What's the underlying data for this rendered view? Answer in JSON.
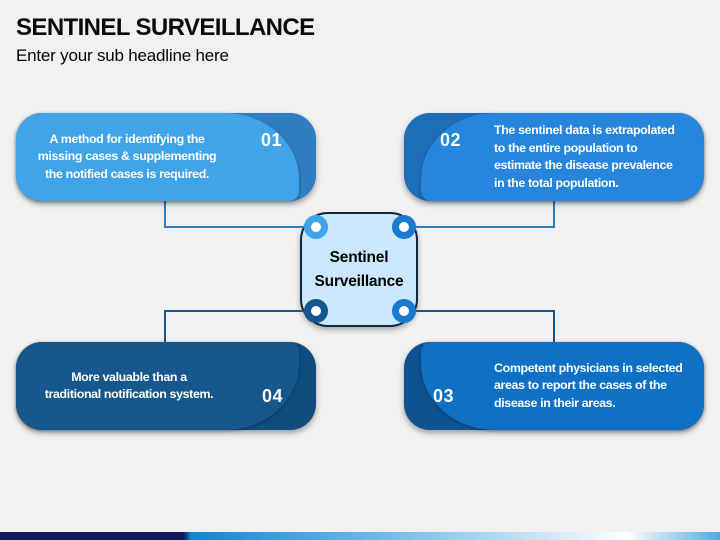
{
  "header": {
    "title": "SENTINEL SURVEILLANCE",
    "subtitle": "Enter your sub headline here"
  },
  "center": {
    "line1": "Sentinel",
    "line2": "Surveillance",
    "fill": "#C9E8FC",
    "border": "#0E2840"
  },
  "rings": {
    "top_left": "#41A4E9",
    "top_right": "#1B79CE",
    "bottom_left": "#16568E",
    "bottom_right": "#1B79CE"
  },
  "connectors": {
    "top_color": "#2E7BBE",
    "bottom_color": "#16568E"
  },
  "boxes": [
    {
      "number": "01",
      "body_color": "#41A4E9",
      "flap_color": "#2E7EC1",
      "lines": [
        "A method for identifying the",
        "missing cases & supplementing",
        "the notified cases is required."
      ]
    },
    {
      "number": "02",
      "body_color": "#2686DE",
      "flap_color": "#1D6DB9",
      "lines": [
        "The sentinel data is extrapolated",
        "to the entire population to",
        "estimate the disease prevalence",
        "in the total population."
      ]
    },
    {
      "number": "03",
      "body_color": "#0E71C5",
      "flap_color": "#0F5290",
      "lines": [
        "Competent physicians in selected",
        "areas to report the cases of the",
        "disease in their areas."
      ]
    },
    {
      "number": "04",
      "body_color": "#16578D",
      "flap_color": "#114C7E",
      "lines": [
        "More valuable than a",
        "traditional notification system."
      ]
    }
  ],
  "footer": {
    "stripe_stops": [
      [
        "#0D1C5E",
        "0%"
      ],
      [
        "#0D1C5E",
        "25.5%"
      ],
      [
        "#0F86D2",
        "26.5%"
      ],
      [
        "#63B5E8",
        "50%"
      ],
      [
        "#C9E5F7",
        "75%"
      ],
      [
        "#FDFEFE",
        "87%"
      ],
      [
        "#4FACE2",
        "100%"
      ]
    ]
  },
  "background": "#F1F1F2"
}
